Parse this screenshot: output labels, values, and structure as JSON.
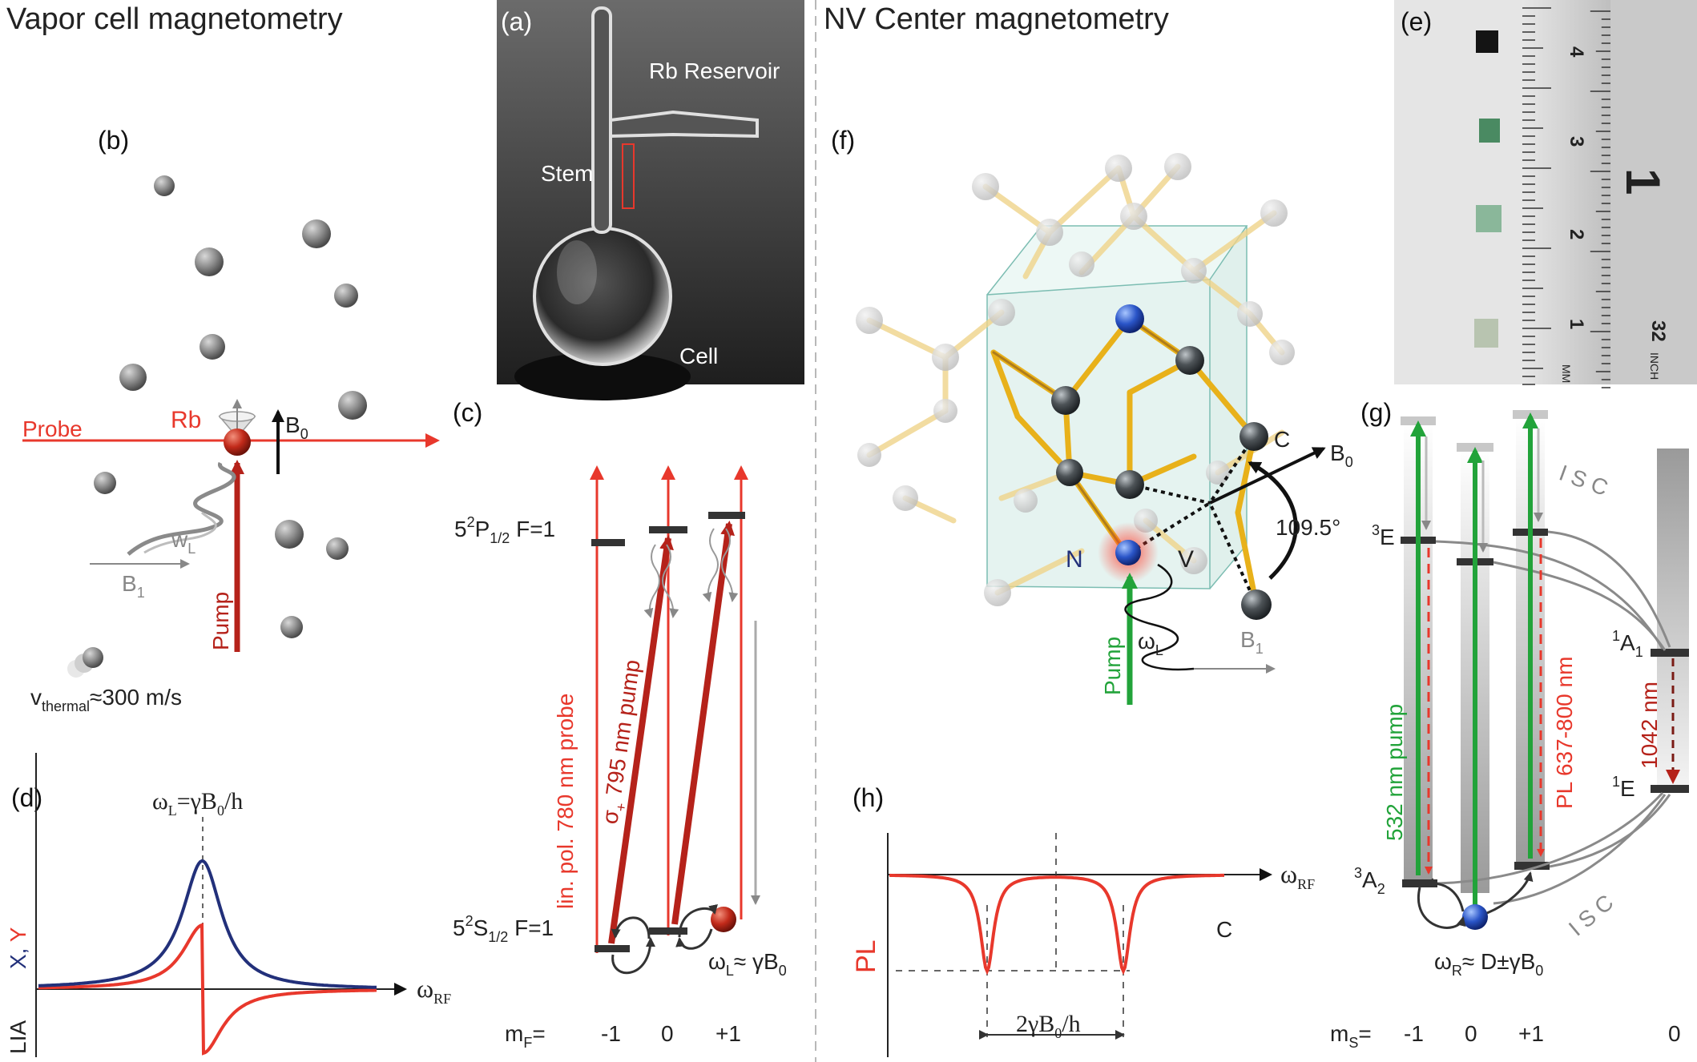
{
  "titles": {
    "left": "Vapor cell magnetometry",
    "right": "NV Center magnetometry"
  },
  "panels": {
    "a": "(a)",
    "b": "(b)",
    "c": "(c)",
    "d": "(d)",
    "e": "(e)",
    "f": "(f)",
    "g": "(g)",
    "h": "(h)"
  },
  "photo_a": {
    "reservoir": "Rb Reservoir",
    "stem": "Stem",
    "cell": "Cell"
  },
  "panel_b": {
    "probe": "Probe",
    "rb": "Rb",
    "b0": "B",
    "b0_sub": "0",
    "wl": "w",
    "wl_sub": "L",
    "b1": "B",
    "b1_sub": "1",
    "pump": "Pump",
    "v": "v",
    "v_sub": "thermal",
    "v_val": "≈300 m/s"
  },
  "panel_c": {
    "p_level": "5",
    "p_sup": "2",
    "p_mid": "P",
    "p_sub": "1/2",
    "p_end": " F=1",
    "s_level": "5",
    "s_sup": "2",
    "s_mid": "S",
    "s_sub": "1/2",
    "s_end": " F=1",
    "probe_label": "lin. pol. 780 nm probe",
    "pump_sigma": "σ",
    "pump_sub": "+",
    "pump_rest": " 795 nm pump",
    "wl": "ω",
    "wl_sub": "L",
    "wl_eq": "≈ γB",
    "wl_sub2": "0",
    "mf": "m",
    "mf_sub": "F",
    "mf_eq": "=",
    "mf_vals": [
      "-1",
      "0",
      "+1"
    ]
  },
  "panel_d": {
    "formula_a": "ω",
    "formula_sub": "L",
    "formula_b": "=γB",
    "formula_sub2": "0",
    "formula_c": "/h",
    "xy_x": "X,",
    "xy_y": " Y",
    "lia": "LIA",
    "x_axis": "ω",
    "x_axis_sub": "RF"
  },
  "panel_e": {
    "ruler_mm": [
      "1",
      "2",
      "3",
      "4"
    ],
    "mm": "MM",
    "inch": "INCH",
    "inch_val": "32",
    "one": "1"
  },
  "panel_f": {
    "n": "N",
    "v": "V",
    "c": "C",
    "b0": "B",
    "b0_sub": "0",
    "angle": "109.5°",
    "pump": "Pump",
    "wl": "ω",
    "wl_sub": "L",
    "b1": "B",
    "b1_sub": "1"
  },
  "panel_g": {
    "e3": "E",
    "e3_sup": "3",
    "a3": "A",
    "a3_sup": "3",
    "a3_sub": "2",
    "a1": "A",
    "a1_sup": "1",
    "a1_sub": "1",
    "e1": "E",
    "e1_sup": "1",
    "isc": "I S C",
    "pump": "532 nm pump",
    "pl": "PL 637-800 nm",
    "ir": "1042 nm",
    "wr": "ω",
    "wr_sub": "R",
    "wr_eq": "≈ D±γB",
    "wr_sub2": "0",
    "ms": "m",
    "ms_sub": "S",
    "ms_eq": "=",
    "ms_vals": [
      "-1",
      "0",
      "+1",
      "0"
    ]
  },
  "panel_h": {
    "x_axis": "ω",
    "x_axis_sub": "RF",
    "pl": "PL",
    "c": "C",
    "split_a": "2γB",
    "split_sub": "0",
    "split_b": "/h"
  },
  "colors": {
    "red": "#e8382c",
    "dark_red": "#b5221a",
    "green": "#22a33a",
    "navy": "#22307a",
    "gold": "#e8b11a",
    "grey": "#888888"
  }
}
